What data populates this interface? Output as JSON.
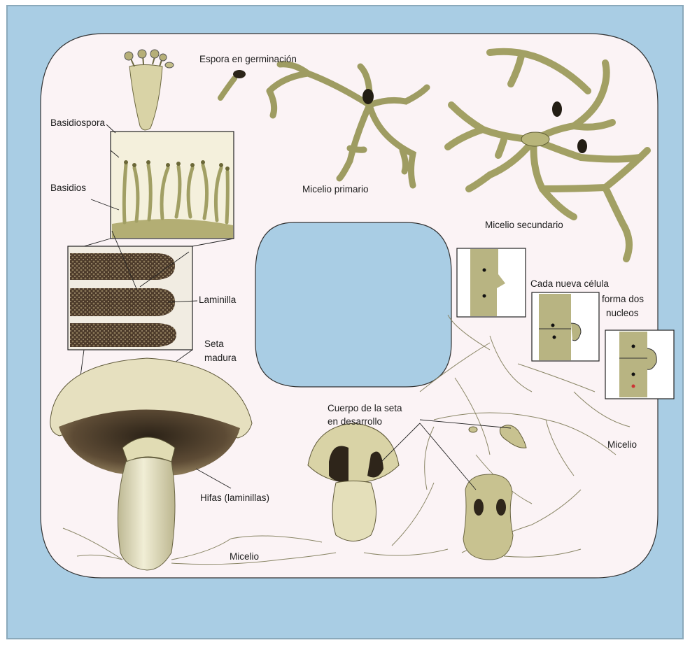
{
  "colors": {
    "background": "#a9cde4",
    "card": "#fbf3f5",
    "hypha": "#a9aa6b",
    "hypha_dark": "#6f6f3c",
    "gill": "#5a4632",
    "stipe": "#e7e4c2",
    "cap": "#e6e1c0",
    "line": "#222222"
  },
  "labels": {
    "espora_germinacion": "Espora en germinación",
    "basidiospora": "Basidiospora",
    "basidios": "Basidios",
    "micelio_primario": "Micelio primario",
    "micelio_secundario": "Micelio secundario",
    "laminilla": "Laminilla",
    "seta_madura_1": "Seta",
    "seta_madura_2": "madura",
    "cada_nueva_celula": "Cada nueva célula",
    "forma_dos_1": "forma dos",
    "forma_dos_2": "nucleos",
    "cuerpo_seta_1": "Cuerpo de la seta",
    "cuerpo_seta_2": "en desarrollo",
    "micelio_right": "Micelio",
    "hifas": "Hifas (laminillas)",
    "micelio_bottom": "Micelio"
  }
}
